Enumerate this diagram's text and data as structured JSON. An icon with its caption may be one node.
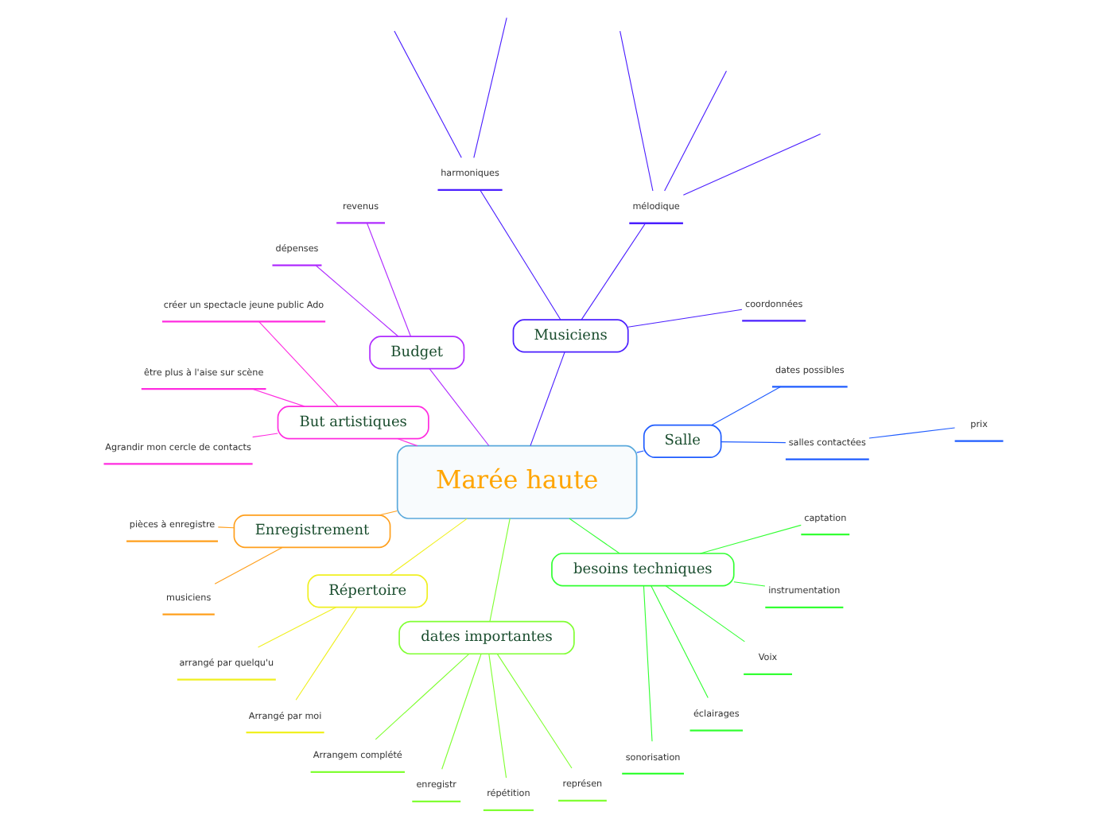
{
  "diagram": {
    "nodes": [
      {
        "text": [
          "Marée haute"
        ]
      },
      {
        "text": [
          "Salle"
        ]
      },
      {
        "text": [
          "salles contactées"
        ]
      },
      {
        "text": [
          "prix"
        ]
      },
      {
        "text": [
          "dates possibles"
        ]
      },
      {
        "text": [
          "Musiciens"
        ]
      },
      {
        "text": [
          "coordonnées"
        ]
      },
      {
        "text": [
          "mélodique"
        ]
      },
      {
        "text": [
          "harmoniques"
        ]
      },
      {
        "text": [
          "Budget"
        ]
      },
      {
        "text": [
          "revenus"
        ]
      },
      {
        "text": [
          "dépenses"
        ]
      },
      {
        "text": [
          "But artistiques"
        ]
      },
      {
        "text": [
          "créer un spectacle jeune public Ado"
        ]
      },
      {
        "text": [
          "être plus à l'aise sur scène"
        ]
      },
      {
        "text": [
          "Agrandir mon cercle de contacts"
        ]
      },
      {
        "text": [
          "Enregistrement"
        ]
      },
      {
        "text": [
          "pièces à enregistre"
        ]
      },
      {
        "text": [
          "musiciens"
        ]
      },
      {
        "text": [
          "Répertoire"
        ]
      },
      {
        "text": [
          "arrangé par quelqu'u"
        ]
      },
      {
        "text": [
          "Arrangé par moi"
        ]
      },
      {
        "text": [
          "dates importantes"
        ]
      },
      {
        "text": [
          "Arrangem complété"
        ]
      },
      {
        "text": [
          "enregistr"
        ]
      },
      {
        "text": [
          "répétition"
        ]
      },
      {
        "text": [
          "représen"
        ]
      },
      {
        "text": [
          "besoins techniques"
        ]
      },
      {
        "text": [
          "sonorisation"
        ]
      },
      {
        "text": [
          "éclairages"
        ]
      },
      {
        "text": [
          "Voix"
        ]
      },
      {
        "text": [
          "instrumentation"
        ]
      },
      {
        "text": [
          "captation"
        ]
      }
    ],
    "edges": [
      {
        "from": 0,
        "to": 1,
        "arrow": "none",
        "color": "#1f5cff"
      },
      {
        "from": 1,
        "to": 2,
        "arrow": "none",
        "color": "#1f5cff"
      },
      {
        "from": 2,
        "to": 3,
        "arrow": "none",
        "color": "#1f5cff"
      },
      {
        "from": 1,
        "to": 4,
        "arrow": "none",
        "color": "#1f5cff"
      },
      {
        "from": 0,
        "to": 5,
        "arrow": "none",
        "color": "#4b1fff"
      },
      {
        "from": 5,
        "to": 6,
        "arrow": "none",
        "color": "#4b1fff"
      },
      {
        "from": 5,
        "to": 7,
        "arrow": "none",
        "color": "#4b1fff"
      },
      {
        "from": 7,
        "to": null,
        "arrow": "none",
        "color": "#4b1fff"
      },
      {
        "from": 7,
        "to": null,
        "arrow": "none",
        "color": "#4b1fff"
      },
      {
        "from": 7,
        "to": null,
        "arrow": "none",
        "color": "#4b1fff"
      },
      {
        "from": 5,
        "to": 8,
        "arrow": "none",
        "color": "#4b1fff"
      },
      {
        "from": 8,
        "to": null,
        "arrow": "none",
        "color": "#4b1fff"
      },
      {
        "from": 8,
        "to": null,
        "arrow": "none",
        "color": "#4b1fff"
      },
      {
        "from": 0,
        "to": 9,
        "arrow": "none",
        "color": "#b02cff"
      },
      {
        "from": 9,
        "to": 10,
        "arrow": "none",
        "color": "#b02cff"
      },
      {
        "from": 9,
        "to": 11,
        "arrow": "none",
        "color": "#b02cff"
      },
      {
        "from": 0,
        "to": 12,
        "arrow": "none",
        "color": "#ff2ce0"
      },
      {
        "from": 12,
        "to": 13,
        "arrow": "none",
        "color": "#ff2ce0"
      },
      {
        "from": 12,
        "to": 14,
        "arrow": "none",
        "color": "#ff2ce0"
      },
      {
        "from": 12,
        "to": 15,
        "arrow": "none",
        "color": "#ff2ce0"
      },
      {
        "from": 0,
        "to": 16,
        "arrow": "none",
        "color": "#ff9f1c"
      },
      {
        "from": 16,
        "to": 17,
        "arrow": "none",
        "color": "#ff9f1c"
      },
      {
        "from": 16,
        "to": 18,
        "arrow": "none",
        "color": "#ff9f1c"
      },
      {
        "from": 0,
        "to": 19,
        "arrow": "none",
        "color": "#f0f020"
      },
      {
        "from": 19,
        "to": 20,
        "arrow": "none",
        "color": "#f0f020"
      },
      {
        "from": 19,
        "to": 21,
        "arrow": "none",
        "color": "#f0f020"
      },
      {
        "from": 0,
        "to": 22,
        "arrow": "none",
        "color": "#80ff33"
      },
      {
        "from": 22,
        "to": 23,
        "arrow": "none",
        "color": "#80ff33"
      },
      {
        "from": 22,
        "to": 24,
        "arrow": "none",
        "color": "#80ff33"
      },
      {
        "from": 22,
        "to": 25,
        "arrow": "none",
        "color": "#80ff33"
      },
      {
        "from": 22,
        "to": 26,
        "arrow": "none",
        "color": "#80ff33"
      },
      {
        "from": 0,
        "to": 27,
        "arrow": "none",
        "color": "#33ff33"
      },
      {
        "from": 27,
        "to": 28,
        "arrow": "none",
        "color": "#33ff33"
      },
      {
        "from": 27,
        "to": 29,
        "arrow": "none",
        "color": "#33ff33"
      },
      {
        "from": 27,
        "to": 30,
        "arrow": "none",
        "color": "#33ff33"
      },
      {
        "from": 27,
        "to": 31,
        "arrow": "none",
        "color": "#33ff33"
      },
      {
        "from": 27,
        "to": 32,
        "arrow": "none",
        "color": "#33ff33"
      }
    ]
  }
}
